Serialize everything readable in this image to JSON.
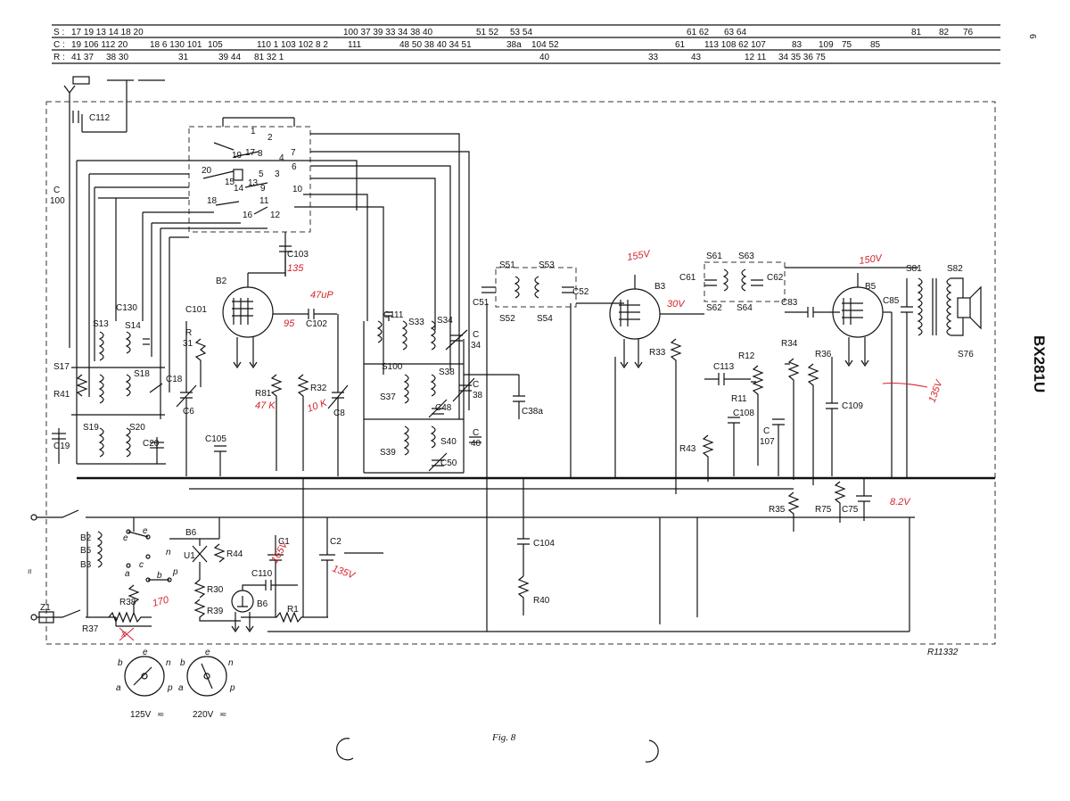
{
  "page_number": "6",
  "header": {
    "rows": [
      {
        "prefix": "S :",
        "cells": [
          "17 19 13 14 18 20",
          "100 37 39 33 34 38 40",
          "51 52",
          "53 54",
          "61 62",
          "63 64",
          "81",
          "82",
          "76"
        ]
      },
      {
        "prefix": "C :",
        "cells": [
          "19 106 112 20",
          "18 6 130 101",
          "105",
          "110  1 103 102 8 2",
          "111",
          "48 50 38 40 34 51",
          "38a",
          "104 52",
          "61",
          "113 108 62 107",
          "83",
          "109",
          "75",
          "85"
        ]
      },
      {
        "prefix": "R :",
        "cells": [
          "41 37",
          "38 30",
          "31",
          "39 44",
          "81 32 1",
          "40",
          "33",
          "43",
          "12 11",
          "34 35 36 75"
        ]
      }
    ]
  },
  "model_title": "BX281U",
  "figure_caption": "Fig. 8",
  "drawing_number": "R11332",
  "tubes": {
    "b2": "B2",
    "b3": "B3",
    "b5": "B5",
    "b6": "B6"
  },
  "components": {
    "c112": "C112",
    "c100a": "C",
    "c100b": "100",
    "c103": "C103",
    "c101": "C101",
    "r31a": "R",
    "r31b": "31",
    "c102": "C102",
    "c130": "C130",
    "s13": "S13",
    "s14": "S14",
    "s17": "S17",
    "s18": "S18",
    "c18": "C18",
    "r41": "R41",
    "c6": "C6",
    "s19": "S19",
    "s20": "S20",
    "c19": "C19",
    "c20": "C20",
    "c105": "C105",
    "r81": "R81",
    "r32": "R32",
    "c8": "C8",
    "c111": "C111",
    "s33": "S33",
    "s34": "S34",
    "c34a": "C",
    "c34b": "34",
    "s100": "S100",
    "s38": "S38",
    "c38a": "C",
    "c38b": "38",
    "c38alpha": "C38a",
    "s37": "S37",
    "c48": "C48",
    "s39": "S39",
    "s40": "S40",
    "c40a": "C",
    "c40b": "40",
    "c50": "C50",
    "s51": "S51",
    "s53": "S53",
    "c51": "C51",
    "c52": "C52",
    "s52": "S52",
    "s54": "S54",
    "r33": "R33",
    "c113": "C113",
    "r11": "R11",
    "c108": "C108",
    "c107a": "C",
    "c107b": "107",
    "r43": "R43",
    "r12": "R12",
    "s61": "S61",
    "s63": "S63",
    "c61": "C61",
    "c62": "C62",
    "s62": "S62",
    "s64": "S64",
    "c83": "C83",
    "r34": "R34",
    "r36": "R36",
    "c109": "C109",
    "c85": "C85",
    "s81": "S81",
    "s82": "S82",
    "s76": "S76",
    "r35": "R35",
    "r75": "R75",
    "c75": "C75",
    "c104": "C104",
    "r40": "R40",
    "c1": "C1",
    "c2": "C2",
    "b6sw": "B6",
    "r44": "R44",
    "c110": "C110",
    "r30": "R30",
    "r39": "R39",
    "r38": "R38",
    "r37": "R37",
    "r1": "R1",
    "z1": "Z1",
    "v125": "125V",
    "v220": "220V",
    "sw_b2": "B2",
    "sw_b5": "B5",
    "sw_b3": "B3",
    "wave": "≈",
    "rot_ac": "≂",
    "u1": "U1"
  },
  "switch_contacts": [
    "1",
    "2",
    "3",
    "4",
    "5",
    "6",
    "7",
    "8",
    "9",
    "10",
    "11",
    "12",
    "13",
    "14",
    "15",
    "16",
    "17",
    "18",
    "19",
    "20"
  ],
  "selector_letters": {
    "a": "a",
    "b": "b",
    "c": "c",
    "e": "e",
    "n": "n",
    "p": "p"
  },
  "handwritten_notes": {
    "v135_b2": "135",
    "c47p": "47uP",
    "v95": "95",
    "r47k": "47 K",
    "r10k": "10 K",
    "v155": "155V",
    "v30": "30V",
    "v150": "150V",
    "v135_s81": "135V",
    "v8_2": "8.2V",
    "v165": "165V",
    "v135_c2": "135V",
    "v170": "170",
    "r_x": "x"
  },
  "colors": {
    "annotation_red": "#d2232a",
    "ink": "#111111"
  }
}
